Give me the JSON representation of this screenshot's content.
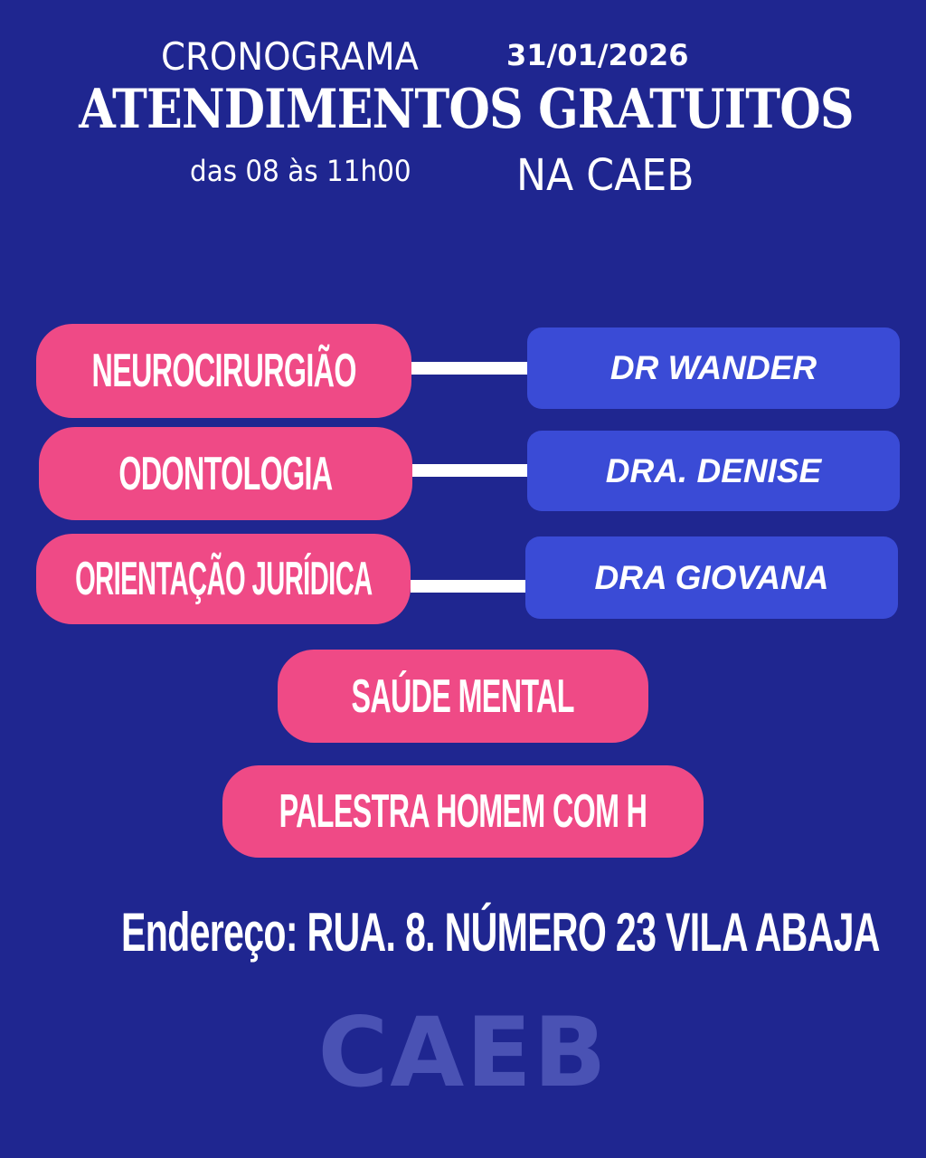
{
  "header": {
    "label": "CRONOGRAMA",
    "date": "31/01/2026",
    "title": "ATENDIMENTOS GRATUITOS",
    "hours": "das 08 às 11h00",
    "location": "NA CAEB"
  },
  "services": [
    {
      "name": "NEUROCIRURGIÃO",
      "professional": "DR WANDER"
    },
    {
      "name": "ODONTOLOGIA",
      "professional": "DRA. DENISE"
    },
    {
      "name": "ORIENTAÇÃO JURÍDICA",
      "professional": "DRA GIOVANA"
    }
  ],
  "extra_services": [
    {
      "name": "SAÚDE MENTAL"
    },
    {
      "name": "PALESTRA HOMEM COM H"
    }
  ],
  "address": "Endereço: RUA. 8. NÚMERO 23 VILA ABAJA",
  "watermark": "CAEB",
  "colors": {
    "background": "#1f2690",
    "pill": "#ef4a86",
    "doctor_box": "#3a4bd6",
    "connector": "#ffffff",
    "watermark": "#4a52b4"
  }
}
